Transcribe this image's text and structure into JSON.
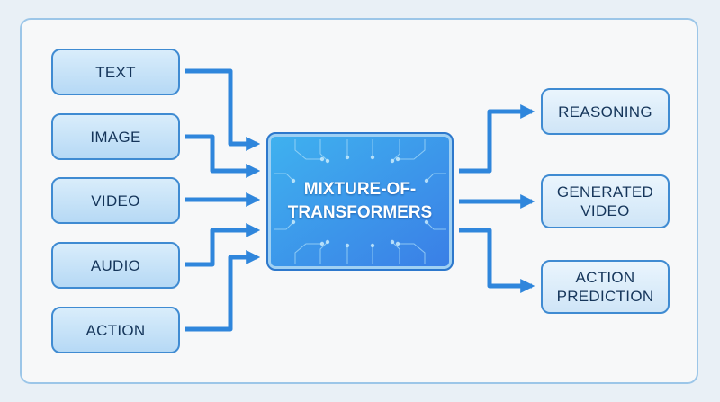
{
  "inputs": [
    {
      "label": "TEXT"
    },
    {
      "label": "IMAGE"
    },
    {
      "label": "VIDEO"
    },
    {
      "label": "AUDIO"
    },
    {
      "label": "ACTION"
    }
  ],
  "center": {
    "label": "MIXTURE-OF-\nTRANSFORMERS"
  },
  "outputs": [
    {
      "label": "REASONING"
    },
    {
      "label": "GENERATED\nVIDEO"
    },
    {
      "label": "ACTION\nPREDICTION"
    }
  ],
  "colors": {
    "arrow": "#2f86dc",
    "box_border": "#3f8bd2",
    "center_fill": "#3b8ee9",
    "text": "#15355a"
  }
}
